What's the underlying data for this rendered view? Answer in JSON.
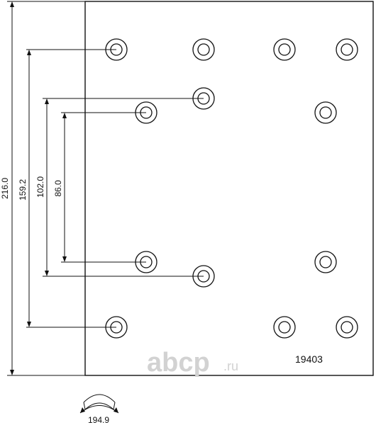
{
  "drawing": {
    "part_number": "19403",
    "watermark": {
      "main": "abcp",
      "suffix": ".ru"
    },
    "dimensions": {
      "overall_height": "216.0",
      "outer_rivet_span": "159.2",
      "middle_rivet_span": "102.0",
      "inner_rivet_span": "86.0",
      "arc_length": "194.9"
    }
  }
}
